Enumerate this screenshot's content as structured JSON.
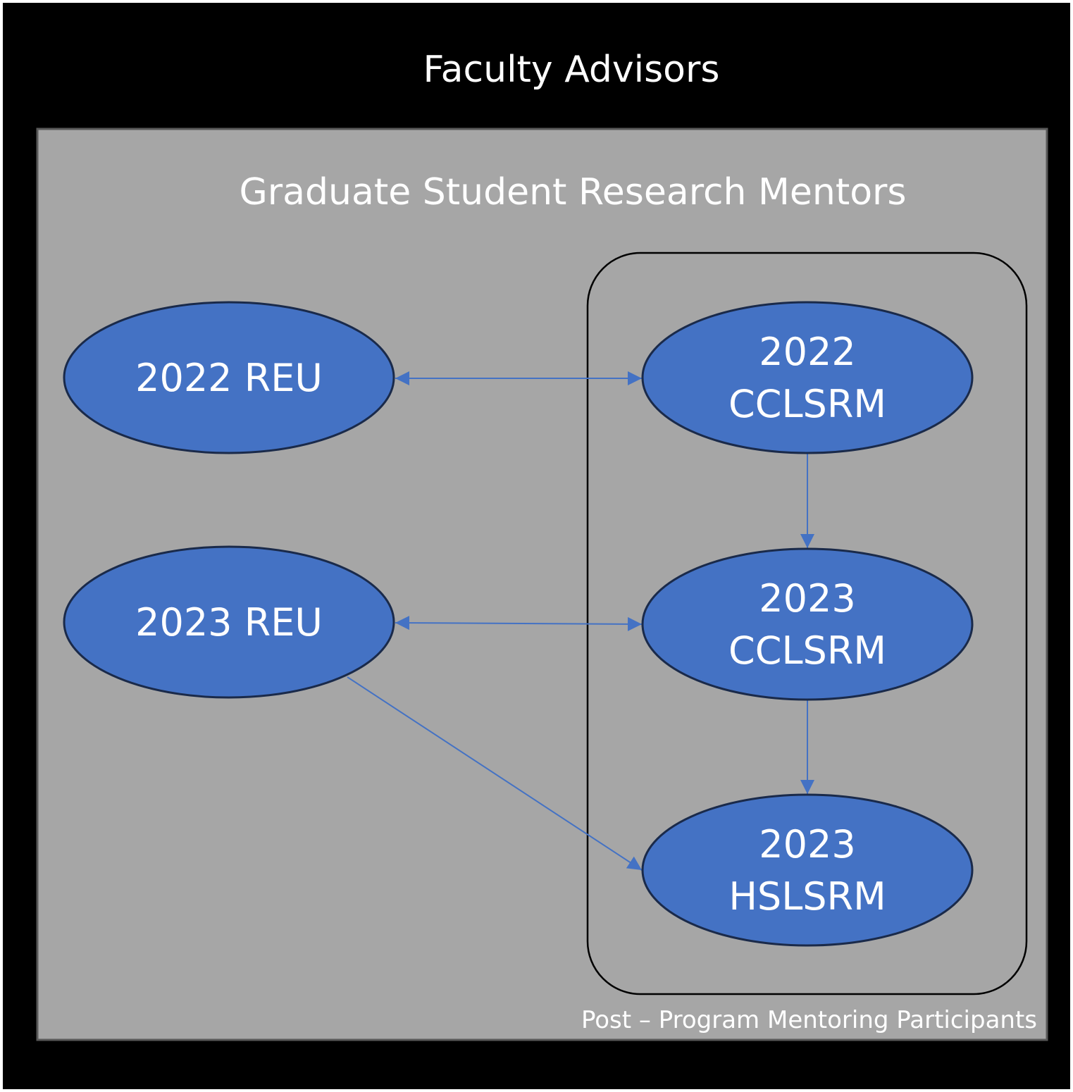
{
  "outer_title": "Faculty Advisors",
  "inner_title": "Graduate Student Research Mentors",
  "group_label": "Post – Program Mentoring Participants",
  "colors": {
    "outer_bg": "#000000",
    "inner_bg": "#a6a6a6",
    "node_fill": "#4472c4",
    "edge": "#4472c4",
    "text": "#ffffff"
  },
  "nodes": {
    "reu2022": {
      "lines": [
        "2022 REU"
      ]
    },
    "reu2023": {
      "lines": [
        "2023 REU"
      ]
    },
    "cclsrm2022": {
      "lines": [
        "2022",
        "CCLSRM"
      ]
    },
    "cclsrm2023": {
      "lines": [
        "2023",
        "CCLSRM"
      ]
    },
    "hslsrm2023": {
      "lines": [
        "2023",
        "HSLSRM"
      ]
    }
  },
  "edges": [
    {
      "from": "reu2022",
      "to": "cclsrm2022",
      "direction": "both"
    },
    {
      "from": "reu2023",
      "to": "cclsrm2023",
      "direction": "both"
    },
    {
      "from": "cclsrm2022",
      "to": "cclsrm2023",
      "direction": "forward"
    },
    {
      "from": "cclsrm2023",
      "to": "hslsrm2023",
      "direction": "forward"
    },
    {
      "from": "reu2023",
      "to": "hslsrm2023",
      "direction": "forward"
    }
  ]
}
